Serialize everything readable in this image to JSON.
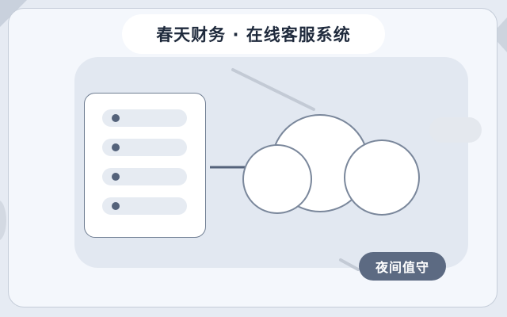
{
  "banner": {
    "title": "春天财务 · 在线客服系统"
  },
  "status_badge": {
    "label": "夜间值守"
  },
  "server_rack": {
    "slots": 4
  },
  "colors": {
    "background": "#e6ebf3",
    "card": "#f4f7fc",
    "panel": "#e2e8f1",
    "outline": "#6f7d92",
    "badge": "#5c6a82",
    "title_text": "#1f2a3c"
  },
  "icons": [
    "server-icon",
    "cloud-icon"
  ]
}
